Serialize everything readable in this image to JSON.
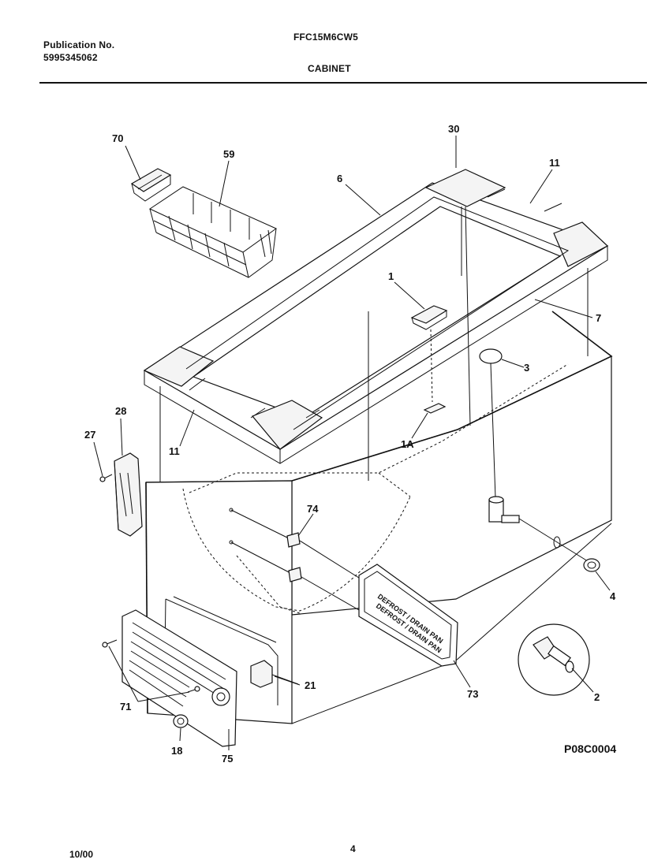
{
  "header": {
    "publication_label": "Publication No.",
    "publication_number": "5995345062",
    "model": "FFC15M6CW5",
    "section": "CABINET"
  },
  "callouts": [
    "70",
    "59",
    "6",
    "30",
    "11",
    "1",
    "7",
    "3",
    "28",
    "27",
    "11",
    "1A",
    "74",
    "4",
    "2",
    "21",
    "73",
    "71",
    "18",
    "75"
  ],
  "labels": {
    "grille_text_1": "DEFROST / DRAIN PAN",
    "grille_text_2": "DEFROST / DRAIN PAN"
  },
  "drawing_code": "P08C0004",
  "footer": {
    "date": "10/00",
    "page": "4"
  }
}
